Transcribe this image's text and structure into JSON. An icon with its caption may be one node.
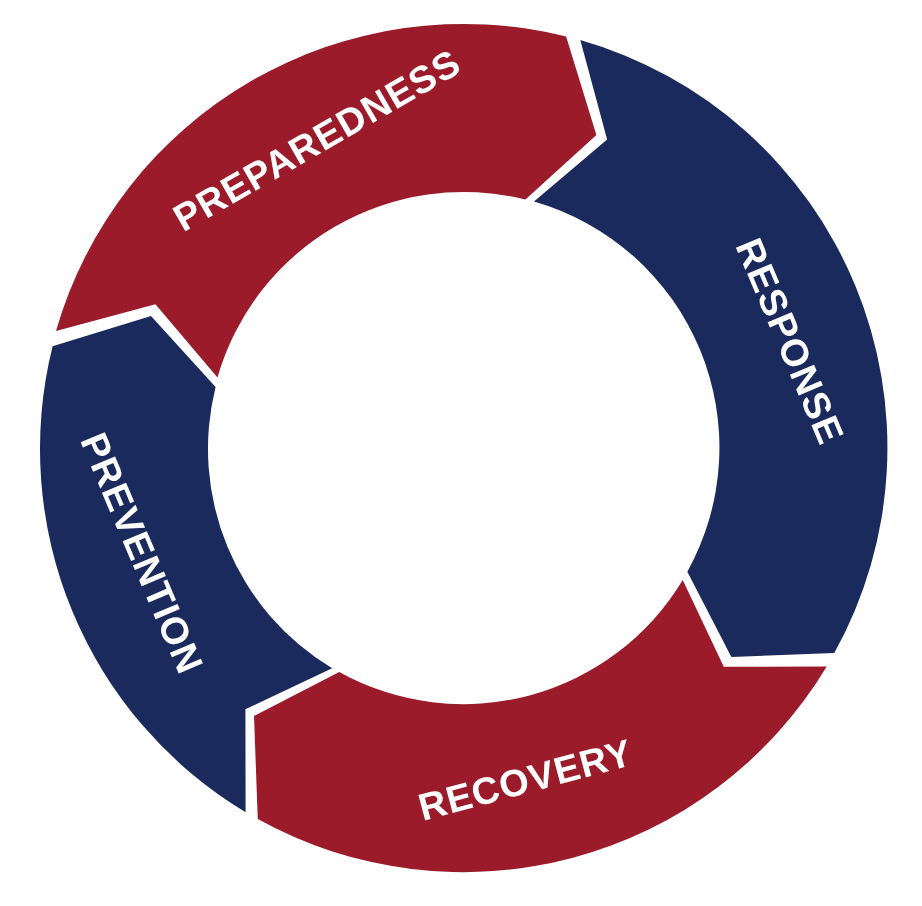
{
  "diagram": {
    "nodes": [
      {
        "text": [
          "PREPAREDNESS"
        ]
      },
      {
        "text": [
          "RESPONSE"
        ]
      },
      {
        "text": [
          "PREVENTION"
        ]
      },
      {
        "text": [
          "RECOVERY"
        ]
      }
    ]
  }
}
